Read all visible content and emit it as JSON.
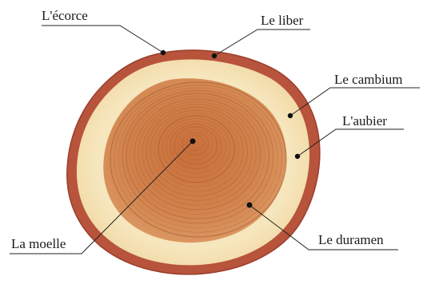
{
  "labels": {
    "ecorce": "L'écorce",
    "liber": "Le liber",
    "cambium": "Le cambium",
    "aubier": "L'aubier",
    "moelle": "La moelle",
    "duramen": "Le duramen"
  },
  "colors": {
    "bark": "#b8543c",
    "bark_dark": "#9a3e2c",
    "sapwood": "#f3dfb0",
    "heartwood": "#d4874f",
    "heartwood_inner": "#c8703c",
    "rings": "#a65a30"
  }
}
